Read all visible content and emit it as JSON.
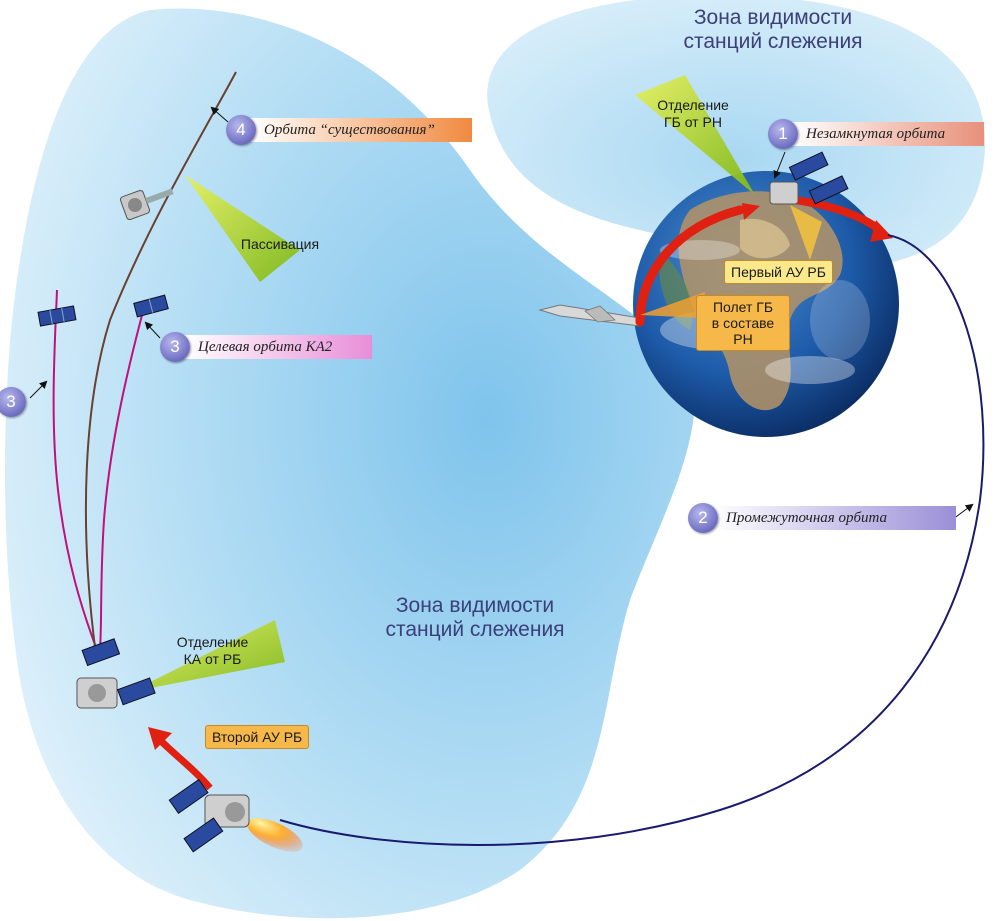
{
  "zones": {
    "top_right": "Зона видимости\nстанций слежения",
    "center": "Зона видимости\nстанций слежения"
  },
  "events": {
    "separation_gb_from_rn": "Отделение\nГБ от РН",
    "first_burn": "Первый АУ РБ",
    "flight_gb": "Полет ГБ\nв составе РН",
    "passivation": "Пассивация",
    "separation_ka_from_rb": "Отделение\nКА от РБ",
    "second_burn": "Второй АУ РБ"
  },
  "orbits": [
    {
      "num": "1",
      "label": "Незамкнутая орбита",
      "color": "#e8907a"
    },
    {
      "num": "2",
      "label": "Промежуточная орбита",
      "color": "#9a8fd8"
    },
    {
      "num": "3",
      "label": "Целевая орбита КА2",
      "color": "#e88ed8"
    },
    {
      "num": "4",
      "label": "Орбита “существования”",
      "color": "#f08a40"
    }
  ],
  "orbit3_extra_num": "3",
  "colors": {
    "zone_fill": "#bfe3f5",
    "zone_fill_dark": "#8fcbee",
    "intermediate_orbit": "#1a1a6e",
    "target_orbit": "#c0107a",
    "existence_orbit": "#6a4030",
    "burn_arrow": "#e02010",
    "event_cone": "#b8d820"
  }
}
